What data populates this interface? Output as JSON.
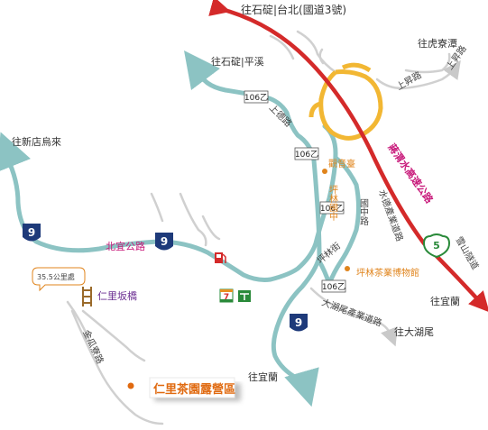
{
  "labels": {
    "to_shiding_taipei": "往石碇|台北(國道3號)",
    "to_hushantan": "往虎寮潭",
    "shangsheng_road_right": "上昇路",
    "shangsheng_road_top": "上昇路",
    "to_shiding_pingxi": "往石碇|平溪",
    "shangde_road": "上德路",
    "to_xindian_wulai": "往新店烏來",
    "guanyin_terrace": "觀音臺",
    "pinglin_junior_high": "坪林國中",
    "guozhong_road": "國中路",
    "shuide_industrial_road": "水德產業道路",
    "jiangshui_expressway": "蔣渭水高速公路",
    "xueshan_tunnel": "雪山隧道",
    "beiyi_highway": "北宜公路",
    "pinglin_street": "坪林街",
    "tea_museum": "坪林茶業博物館",
    "distance_marker": "35.5公里處",
    "renli_bridge": "仁里坂橋",
    "to_yilan_right": "往宜蘭",
    "dahuwei_industrial_road": "大湖尾產業道路",
    "to_dahuwei": "往大湖尾",
    "jinguaqiao_road": "金瓜寮路",
    "to_yilan_bottom": "往宜蘭",
    "renli_tea_campsite": "仁里茶園露營區"
  },
  "shields": {
    "route_106b_1": "106乙",
    "route_106b_2": "106乙",
    "route_106b_3": "106乙",
    "route_106b_4": "106乙",
    "route_9_left": "9",
    "route_9_mid": "9",
    "route_9_bottom": "9",
    "route_5": "5"
  },
  "colors": {
    "road_teal": "#8cc3c3",
    "highway_red": "#d42a2a",
    "interchange_yellow": "#f2b733",
    "minor_road_gray": "#c9c9c9",
    "label_magenta": "#c8197a",
    "label_purple": "#6a2c91",
    "poi_orange": "#e0841c",
    "poi_brown": "#9a7a3a",
    "campsite_orange": "#e06a10"
  },
  "icons": [
    "gas-station-icon",
    "convenience-store-icon",
    "post-office-icon",
    "bridge-icon",
    "route-shield-icon",
    "highway-shield-icon"
  ]
}
